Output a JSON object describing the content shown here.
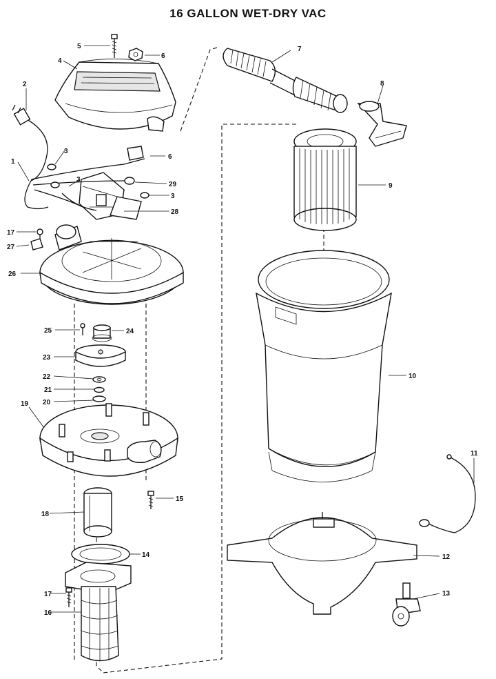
{
  "title": "16 GALLON WET-DRY VAC",
  "parts": [
    {
      "id": "p1",
      "num": "1"
    },
    {
      "id": "p2",
      "num": "2"
    },
    {
      "id": "p3a",
      "num": "3"
    },
    {
      "id": "p3b",
      "num": "3"
    },
    {
      "id": "p3c",
      "num": "3"
    },
    {
      "id": "p4",
      "num": "4"
    },
    {
      "id": "p5",
      "num": "5"
    },
    {
      "id": "p6a",
      "num": "6"
    },
    {
      "id": "p6b",
      "num": "6"
    },
    {
      "id": "p7",
      "num": "7"
    },
    {
      "id": "p8",
      "num": "8"
    },
    {
      "id": "p9",
      "num": "9"
    },
    {
      "id": "p10",
      "num": "10"
    },
    {
      "id": "p11",
      "num": "11"
    },
    {
      "id": "p12",
      "num": "12"
    },
    {
      "id": "p13",
      "num": "13"
    },
    {
      "id": "p14",
      "num": "14"
    },
    {
      "id": "p15",
      "num": "15"
    },
    {
      "id": "p16",
      "num": "16"
    },
    {
      "id": "p17a",
      "num": "17"
    },
    {
      "id": "p17b",
      "num": "17"
    },
    {
      "id": "p18",
      "num": "18"
    },
    {
      "id": "p19",
      "num": "19"
    },
    {
      "id": "p20",
      "num": "20"
    },
    {
      "id": "p21",
      "num": "21"
    },
    {
      "id": "p22",
      "num": "22"
    },
    {
      "id": "p23",
      "num": "23"
    },
    {
      "id": "p24",
      "num": "24"
    },
    {
      "id": "p25",
      "num": "25"
    },
    {
      "id": "p26",
      "num": "26"
    },
    {
      "id": "p27",
      "num": "27"
    },
    {
      "id": "p28",
      "num": "28"
    },
    {
      "id": "p29",
      "num": "29"
    }
  ]
}
